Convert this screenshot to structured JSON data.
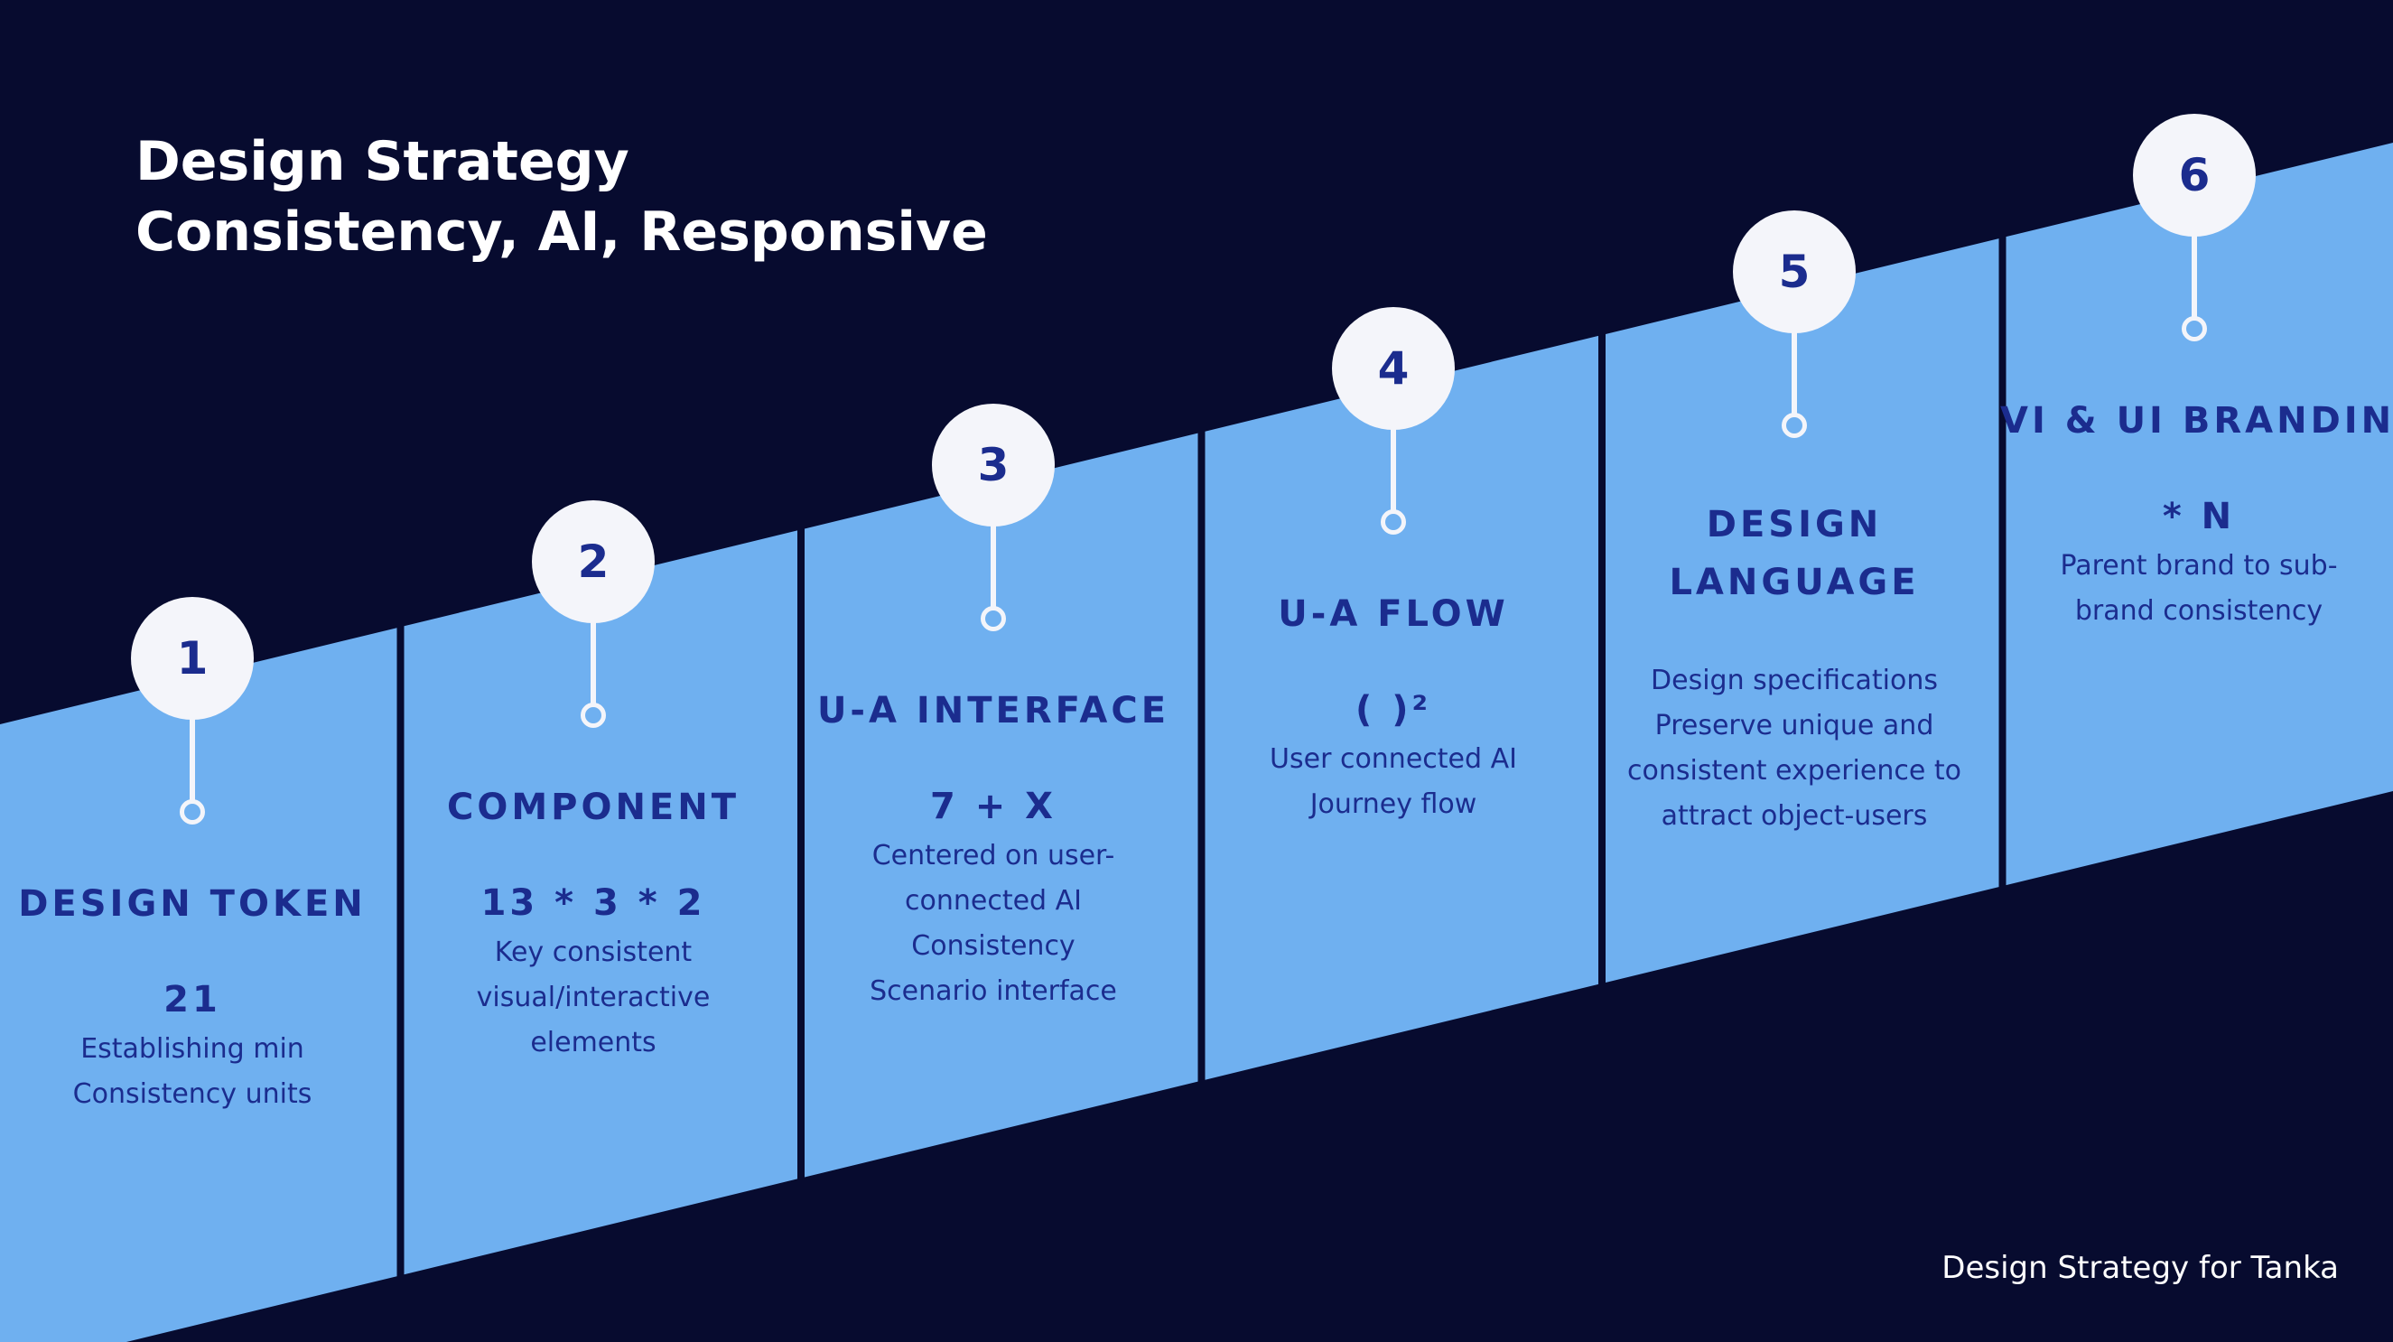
{
  "colors": {
    "background": "#070b2f",
    "panel": "#6fb0f0",
    "badge": "#f4f5fa",
    "text_dark": "#1b2c8e",
    "text_light": "#ffffff"
  },
  "title": {
    "line1": "Design Strategy",
    "line2": "Consistency, AI, Responsive"
  },
  "steps": [
    {
      "number": "1",
      "heading_lines": [
        "DESIGN TOKEN"
      ],
      "formula": "21",
      "desc_lines": [
        "Establishing min",
        "Consistency units"
      ]
    },
    {
      "number": "2",
      "heading_lines": [
        "COMPONENT"
      ],
      "formula": "13 * 3 * 2",
      "desc_lines": [
        "Key consistent",
        "visual/interactive",
        "elements"
      ]
    },
    {
      "number": "3",
      "heading_lines": [
        "U-A INTERFACE"
      ],
      "formula": "7 + X",
      "desc_lines": [
        "Centered on user-",
        "connected AI",
        "Consistency",
        "Scenario interface"
      ]
    },
    {
      "number": "4",
      "heading_lines": [
        "U-A FLOW"
      ],
      "formula": "( )²",
      "desc_lines": [
        "User connected AI",
        "Journey flow"
      ]
    },
    {
      "number": "5",
      "heading_lines": [
        "DESIGN",
        "LANGUAGE"
      ],
      "formula": "",
      "desc_lines": [
        "Design specifications",
        "Preserve unique and",
        "consistent experience to",
        "attract object-users"
      ]
    },
    {
      "number": "6",
      "heading_lines": [
        "VI & UI BRANDING"
      ],
      "formula": "* N",
      "desc_lines": [
        "Parent brand to sub-",
        "brand consistency"
      ]
    }
  ],
  "footer": "Design Strategy for Tanka"
}
